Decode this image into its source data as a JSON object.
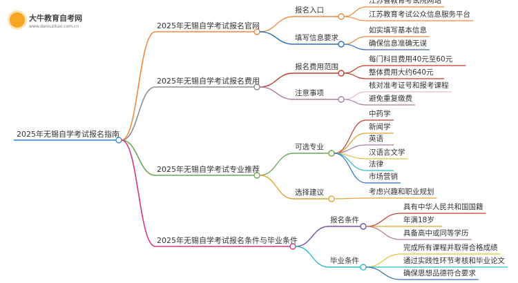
{
  "logo": {
    "name": "大牛教育自考网",
    "url": "www.daniuzikao.com.cn"
  },
  "root": {
    "label": "2025年无锡自学考试报名指南",
    "color": "#4a90d9"
  },
  "branches": [
    {
      "label": "2025年无锡自学考试报名官网",
      "color": "#f0883e",
      "children": [
        {
          "label": "报名入口",
          "color": "#f0883e",
          "items": [
            {
              "label": "江苏省教育考试院网站",
              "color": "#f0883e"
            },
            {
              "label": "江苏教育考试公众信息服务平台",
              "color": "#f0883e"
            }
          ]
        },
        {
          "label": "填写信息要求",
          "color": "#2f6fb5",
          "items": [
            {
              "label": "如实填写基本信息",
              "color": "#f0883e"
            },
            {
              "label": "确保信息准确无误",
              "color": "#2f6fb5"
            }
          ]
        }
      ]
    },
    {
      "label": "2025年无锡自学考试报名费用",
      "color": "#8c8c8c",
      "children": [
        {
          "label": "报名费用范围",
          "color": "#c0392b",
          "items": [
            {
              "label": "每门科目费用40元至60元",
              "color": "#c0392b"
            },
            {
              "label": "整体费用大约640元",
              "color": "#c0392b"
            }
          ]
        },
        {
          "label": "注意事项",
          "color": "#b07aa1",
          "items": [
            {
              "label": "核对准考证号和报考课程",
              "color": "#e7b8d8"
            },
            {
              "label": "避免重复缴费",
              "color": "#b07aa1"
            }
          ]
        }
      ]
    },
    {
      "label": "2025年无锡自学考试专业推荐",
      "color": "#6aa84f",
      "children": [
        {
          "label": "可选专业",
          "color": "#6aa84f",
          "items": [
            {
              "label": "中药学",
              "color": "#c0392b"
            },
            {
              "label": "新闻学",
              "color": "#e0a32e"
            },
            {
              "label": "英语",
              "color": "#b07aa1"
            },
            {
              "label": "汉语言文学",
              "color": "#e0c040"
            },
            {
              "label": "法律",
              "color": "#2eb8c8"
            },
            {
              "label": "市场营销",
              "color": "#2f6fb5"
            }
          ]
        },
        {
          "label": "选择建议",
          "color": "#e0a32e",
          "items": [
            {
              "label": "考虑兴趣和职业规划",
              "color": "#e0a32e"
            }
          ]
        }
      ]
    },
    {
      "label": "2025年无锡自学考试报名条件与毕业条件",
      "color": "#d63384",
      "children": [
        {
          "label": "报名条件",
          "color": "#7b4fa0",
          "items": [
            {
              "label": "具有中华人民共和国国籍",
              "color": "#c0392b"
            },
            {
              "label": "年满18岁",
              "color": "#e0a32e"
            },
            {
              "label": "具备高中或同等学历",
              "color": "#b07aa1"
            }
          ]
        },
        {
          "label": "毕业条件",
          "color": "#2eb8c8",
          "items": [
            {
              "label": "完成所有课程并取得合格成绩",
              "color": "#e0c040"
            },
            {
              "label": "通过实践性环节考核和毕业论文",
              "color": "#2eb8c8"
            },
            {
              "label": "确保思想品德符合要求",
              "color": "#2f6fb5"
            }
          ]
        }
      ]
    }
  ]
}
